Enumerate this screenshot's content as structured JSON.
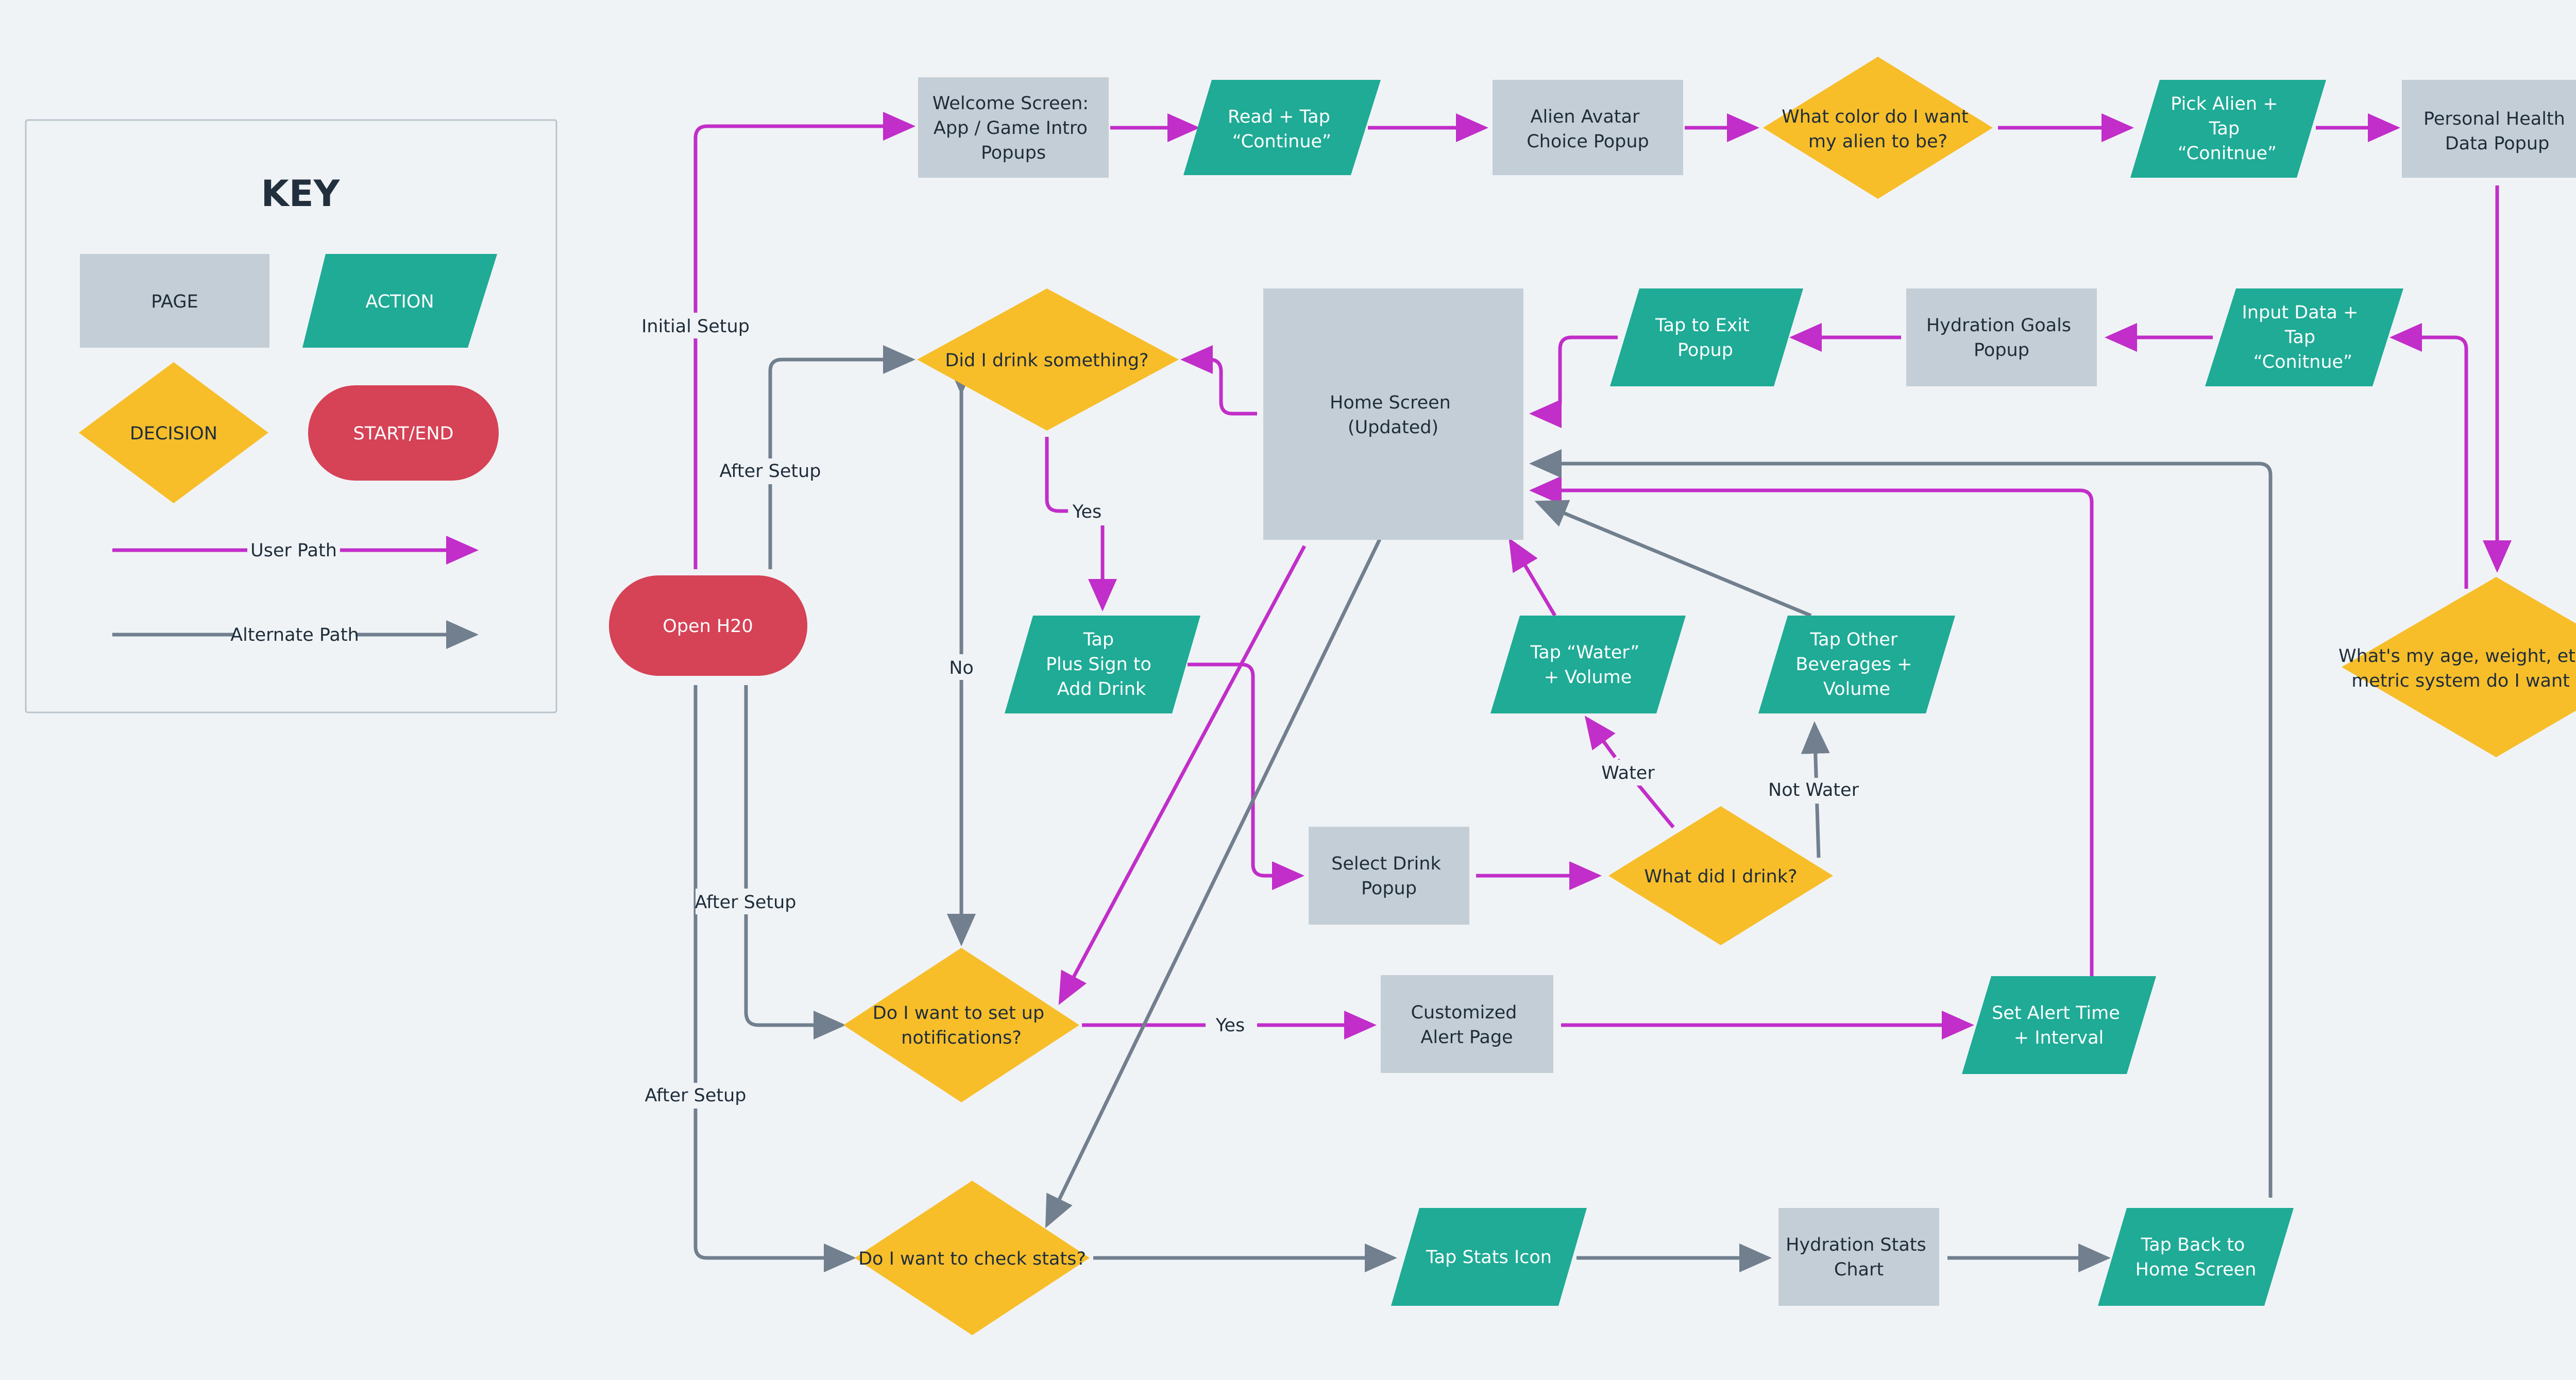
{
  "colors": {
    "page": "#c4ced6",
    "action": "#1fab96",
    "decision": "#f7be2a",
    "start_end": "#d64256",
    "user_path": "#c12ec9",
    "alternate_path": "#717f8e"
  },
  "key": {
    "title": "KEY",
    "page_label": "PAGE",
    "action_label": "ACTION",
    "decision_label": "DECISION",
    "start_end_label": "START/END",
    "user_path_label": "User Path",
    "alternate_path_label": "Alternate Path"
  },
  "nodes": {
    "open_h20": [
      "Open H20"
    ],
    "welcome": [
      "Welcome Screen:",
      "App / Game Intro",
      "Popups"
    ],
    "read_tap": [
      "Read + Tap",
      "“Continue”"
    ],
    "alien_avatar": [
      "Alien Avatar",
      "Choice Popup"
    ],
    "color_decision": [
      "What color do I want",
      "my alien to be?"
    ],
    "pick_alien": [
      "Pick Alien +",
      "Tap",
      "“Conitnue”"
    ],
    "personal_health": [
      "Personal Health",
      "Data Popup"
    ],
    "age_decision": [
      "What's my age, weight, etc? What",
      "metric system do I want to use?"
    ],
    "input_data": [
      "Input Data +",
      "Tap",
      "“Conitnue”"
    ],
    "hydration_goals": [
      "Hydration Goals",
      "Popup"
    ],
    "tap_exit": [
      "Tap to Exit",
      "Popup"
    ],
    "home_screen": [
      "Home Screen",
      "(Updated)"
    ],
    "drink_decision": [
      "Did I drink something?"
    ],
    "tap_plus": [
      "Tap",
      "Plus Sign to",
      "Add Drink"
    ],
    "select_drink": [
      "Select Drink",
      "Popup"
    ],
    "what_drink": [
      "What did I drink?"
    ],
    "tap_water": [
      "Tap “Water”",
      "+ Volume"
    ],
    "tap_other": [
      "Tap Other",
      "Beverages +",
      "Volume"
    ],
    "notif_decision": [
      "Do I want to set up",
      "notifications?"
    ],
    "custom_alert": [
      "Customized",
      "Alert Page"
    ],
    "set_alert": [
      "Set Alert Time",
      "+ Interval"
    ],
    "stats_decision": [
      "Do I want to check stats?"
    ],
    "tap_stats": [
      "Tap Stats Icon"
    ],
    "hydration_stats": [
      "Hydration Stats",
      "Chart"
    ],
    "tap_back": [
      "Tap Back to",
      "Home Screen"
    ]
  },
  "edge_labels": {
    "initial_setup": "Initial Setup",
    "after_setup_1": "After Setup",
    "after_setup_2": "After Setup",
    "after_setup_3": "After Setup",
    "yes_drink": "Yes",
    "no_drink": "No",
    "yes_notif": "Yes",
    "water": "Water",
    "not_water": "Not Water"
  }
}
